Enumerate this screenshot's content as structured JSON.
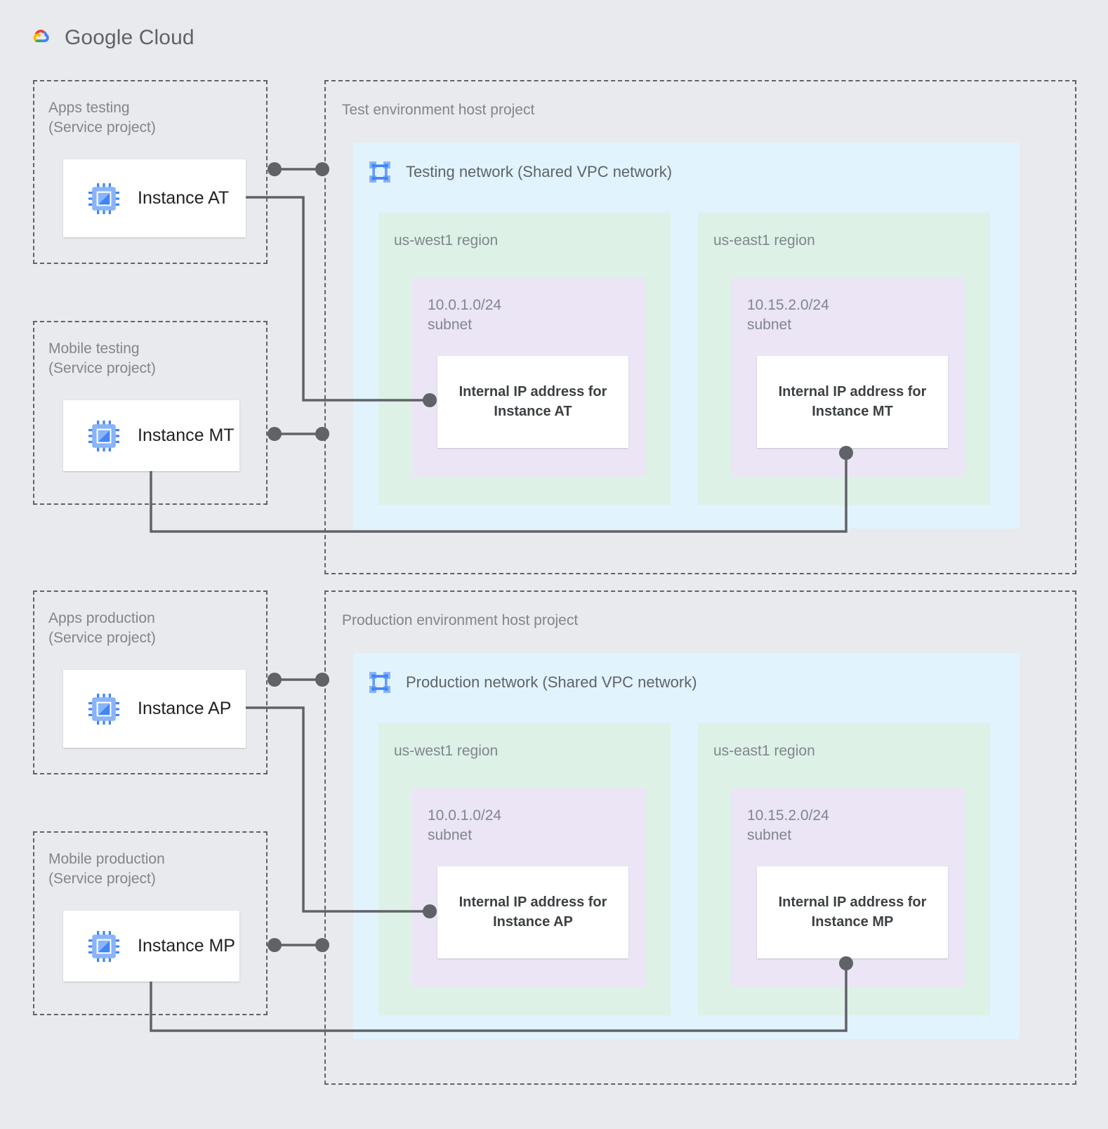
{
  "brand": {
    "logo_icon": "google-cloud-logo-icon",
    "name_bold": "Google",
    "name_light": "Cloud",
    "colors": {
      "red": "#ea4335",
      "yellow": "#fbbc04",
      "green": "#34a853",
      "blue": "#4285f4",
      "text": "#5f6368"
    }
  },
  "palette": {
    "background": "#e8eaed",
    "vpc_fill": "#e1f3fd",
    "region_fill": "#ddf1e6",
    "subnet_fill": "#ebe5f5",
    "card_fill": "#ffffff",
    "dashed_border": "#5f6368",
    "connector": "#5f6368",
    "label_text": "#80868b",
    "title_text": "#5f6368",
    "bold_text": "#3c4043",
    "icon_blue_light": "#8ab4f8",
    "icon_blue_dark": "#4285f4"
  },
  "environments": [
    {
      "id": "test",
      "host_project": {
        "label": "Test environment host project",
        "network": {
          "title": "Testing network (Shared VPC network)",
          "icon": "vpc-network-icon",
          "regions": [
            {
              "name": "us-west1 region",
              "subnet": {
                "cidr": "10.0.1.0/24",
                "kind": "subnet",
                "label": "10.0.1.0/24\nsubnet",
                "ip_box": "Internal IP address for\nInstance AT"
              }
            },
            {
              "name": "us-east1 region",
              "subnet": {
                "cidr": "10.15.2.0/24",
                "kind": "subnet",
                "label": "10.15.2.0/24\nsubnet",
                "ip_box": "Internal IP address for\nInstance MT"
              }
            }
          ]
        }
      },
      "service_projects": [
        {
          "label": "Apps testing\n(Service project)",
          "name": "Apps testing",
          "kind": "(Service project)",
          "instance": {
            "label": "Instance AT",
            "icon": "vm-instance-icon"
          }
        },
        {
          "label": "Mobile testing\n(Service project)",
          "name": "Mobile testing",
          "kind": "(Service project)",
          "instance": {
            "label": "Instance MT",
            "icon": "vm-instance-icon"
          }
        }
      ]
    },
    {
      "id": "production",
      "host_project": {
        "label": "Production environment host project",
        "network": {
          "title": "Production network (Shared VPC network)",
          "icon": "vpc-network-icon",
          "regions": [
            {
              "name": "us-west1 region",
              "subnet": {
                "cidr": "10.0.1.0/24",
                "kind": "subnet",
                "label": "10.0.1.0/24\nsubnet",
                "ip_box": "Internal IP address for\nInstance AP"
              }
            },
            {
              "name": "us-east1 region",
              "subnet": {
                "cidr": "10.15.2.0/24",
                "kind": "subnet",
                "label": "10.15.2.0/24\nsubnet",
                "ip_box": "Internal IP address for\nInstance MP"
              }
            }
          ]
        }
      },
      "service_projects": [
        {
          "label": "Apps production\n(Service project)",
          "name": "Apps production",
          "kind": "(Service project)",
          "instance": {
            "label": "Instance AP",
            "icon": "vm-instance-icon"
          }
        },
        {
          "label": "Mobile production\n(Service project)",
          "name": "Mobile production",
          "kind": "(Service project)",
          "instance": {
            "label": "Instance MP",
            "icon": "vm-instance-icon"
          }
        }
      ]
    }
  ]
}
